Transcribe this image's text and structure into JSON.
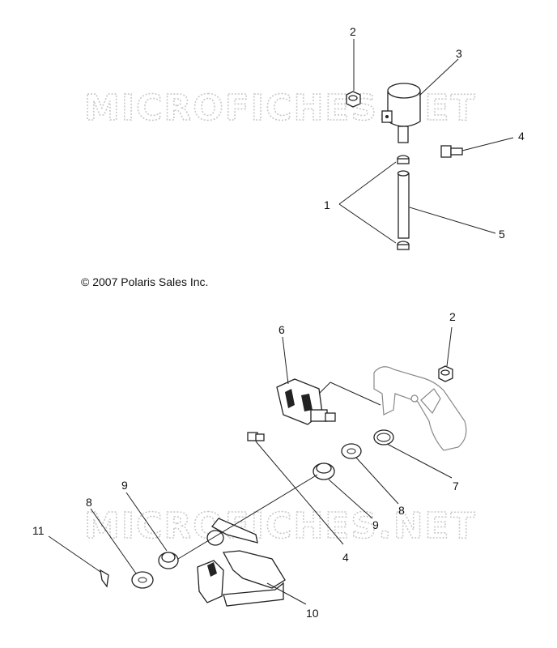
{
  "watermarks": [
    "MICROFICHES.NET",
    "MICROFICHES.NET"
  ],
  "copyright": "© 2007 Polaris Sales Inc.",
  "callouts": {
    "top": [
      "1",
      "2",
      "3",
      "4",
      "5"
    ],
    "bottom": [
      "2",
      "4",
      "6",
      "7",
      "8",
      "8",
      "9",
      "9",
      "10",
      "11"
    ]
  }
}
